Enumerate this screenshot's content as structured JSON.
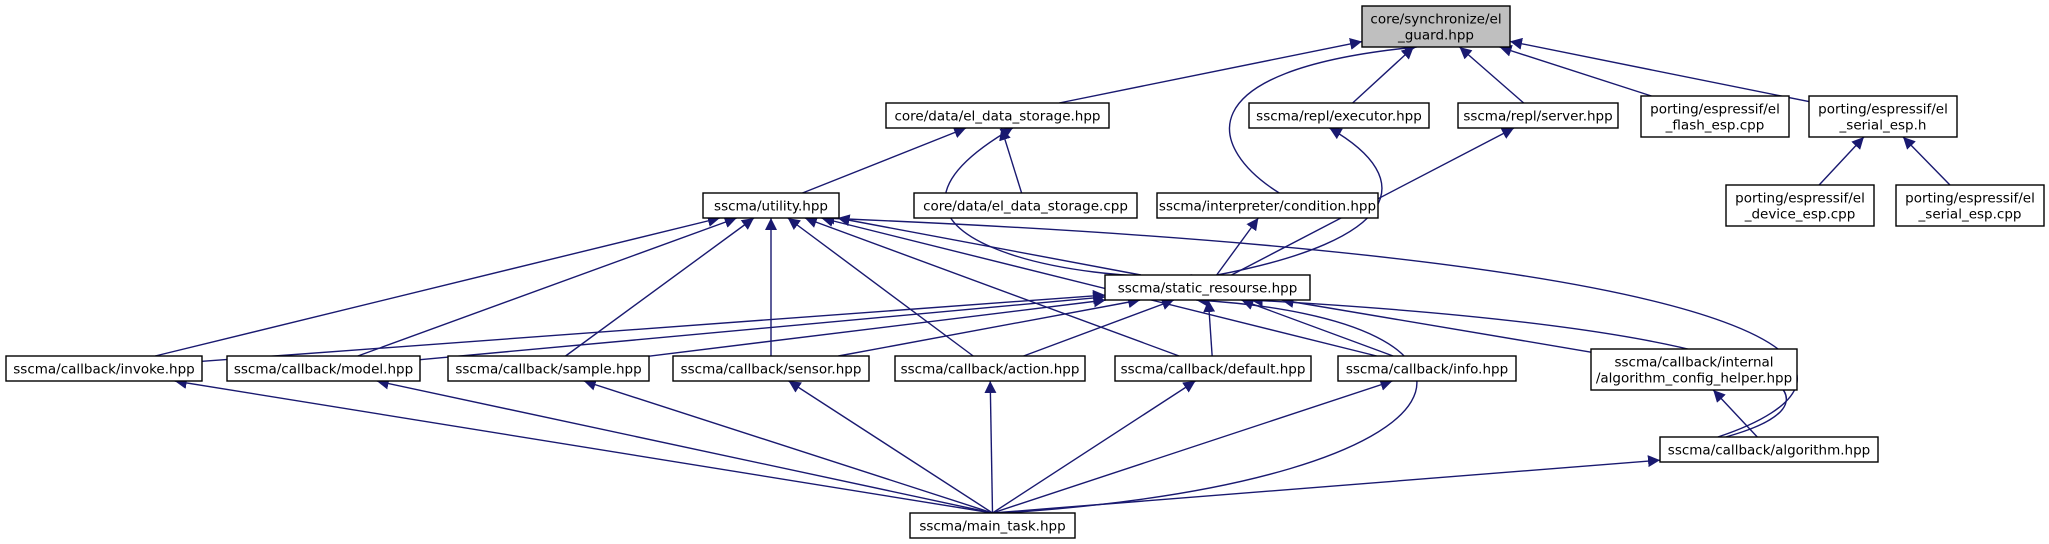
{
  "nodes": [
    {
      "id": "root",
      "lines": [
        "core/synchronize/el",
        "_guard.hpp"
      ],
      "highlight": true
    },
    {
      "id": "data_storage_hpp",
      "lines": [
        "core/data/el_data_storage.hpp"
      ]
    },
    {
      "id": "repl_executor",
      "lines": [
        "sscma/repl/executor.hpp"
      ]
    },
    {
      "id": "repl_server",
      "lines": [
        "sscma/repl/server.hpp"
      ]
    },
    {
      "id": "flash_esp",
      "lines": [
        "porting/espressif/el",
        "_flash_esp.cpp"
      ]
    },
    {
      "id": "serial_esp_h",
      "lines": [
        "porting/espressif/el",
        "_serial_esp.h"
      ]
    },
    {
      "id": "device_esp",
      "lines": [
        "porting/espressif/el",
        "_device_esp.cpp"
      ]
    },
    {
      "id": "serial_esp_cpp",
      "lines": [
        "porting/espressif/el",
        "_serial_esp.cpp"
      ]
    },
    {
      "id": "utility",
      "lines": [
        "sscma/utility.hpp"
      ]
    },
    {
      "id": "data_storage_cpp",
      "lines": [
        "core/data/el_data_storage.cpp"
      ]
    },
    {
      "id": "condition",
      "lines": [
        "sscma/interpreter/condition.hpp"
      ]
    },
    {
      "id": "static_res",
      "lines": [
        "sscma/static_resourse.hpp"
      ]
    },
    {
      "id": "cb_invoke",
      "lines": [
        "sscma/callback/invoke.hpp"
      ]
    },
    {
      "id": "cb_model",
      "lines": [
        "sscma/callback/model.hpp"
      ]
    },
    {
      "id": "cb_sample",
      "lines": [
        "sscma/callback/sample.hpp"
      ]
    },
    {
      "id": "cb_sensor",
      "lines": [
        "sscma/callback/sensor.hpp"
      ]
    },
    {
      "id": "cb_action",
      "lines": [
        "sscma/callback/action.hpp"
      ]
    },
    {
      "id": "cb_default",
      "lines": [
        "sscma/callback/default.hpp"
      ]
    },
    {
      "id": "cb_info",
      "lines": [
        "sscma/callback/info.hpp"
      ]
    },
    {
      "id": "cb_algo_cfg",
      "lines": [
        "sscma/callback/internal",
        "/algorithm_config_helper.hpp"
      ]
    },
    {
      "id": "cb_algorithm",
      "lines": [
        "sscma/callback/algorithm.hpp"
      ]
    },
    {
      "id": "main_task",
      "lines": [
        "sscma/main_task.hpp"
      ]
    }
  ],
  "edges": [
    [
      "data_storage_hpp",
      "root"
    ],
    [
      "condition",
      "root"
    ],
    [
      "repl_executor",
      "root"
    ],
    [
      "repl_server",
      "root"
    ],
    [
      "flash_esp",
      "root"
    ],
    [
      "serial_esp_h",
      "root"
    ],
    [
      "device_esp",
      "serial_esp_h"
    ],
    [
      "serial_esp_cpp",
      "serial_esp_h"
    ],
    [
      "utility",
      "data_storage_hpp"
    ],
    [
      "data_storage_cpp",
      "data_storage_hpp"
    ],
    [
      "static_res",
      "data_storage_hpp"
    ],
    [
      "static_res",
      "condition"
    ],
    [
      "static_res",
      "repl_executor"
    ],
    [
      "static_res",
      "repl_server"
    ],
    [
      "static_res",
      "utility"
    ],
    [
      "cb_invoke",
      "utility"
    ],
    [
      "cb_model",
      "utility"
    ],
    [
      "cb_sample",
      "utility"
    ],
    [
      "cb_sensor",
      "utility"
    ],
    [
      "cb_action",
      "utility"
    ],
    [
      "cb_default",
      "utility"
    ],
    [
      "cb_info",
      "utility"
    ],
    [
      "cb_algorithm",
      "utility"
    ],
    [
      "cb_invoke",
      "static_res"
    ],
    [
      "cb_model",
      "static_res"
    ],
    [
      "cb_sample",
      "static_res"
    ],
    [
      "cb_sensor",
      "static_res"
    ],
    [
      "cb_action",
      "static_res"
    ],
    [
      "cb_default",
      "static_res"
    ],
    [
      "cb_info",
      "static_res"
    ],
    [
      "cb_algo_cfg",
      "static_res"
    ],
    [
      "cb_algorithm",
      "static_res"
    ],
    [
      "main_task",
      "static_res"
    ],
    [
      "cb_algorithm",
      "cb_algo_cfg"
    ],
    [
      "main_task",
      "cb_invoke"
    ],
    [
      "main_task",
      "cb_model"
    ],
    [
      "main_task",
      "cb_sample"
    ],
    [
      "main_task",
      "cb_sensor"
    ],
    [
      "main_task",
      "cb_action"
    ],
    [
      "main_task",
      "cb_default"
    ],
    [
      "main_task",
      "cb_info"
    ],
    [
      "main_task",
      "cb_algorithm"
    ]
  ]
}
